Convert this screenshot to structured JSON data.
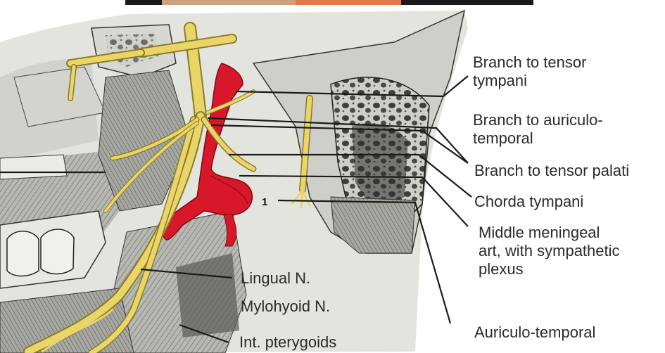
{
  "figure": {
    "labels": {
      "tensor_tympani": [
        "Branch to tensor",
        "tympani"
      ],
      "auriculo_temporal_branch": [
        "Branch to auriculo-",
        "temporal"
      ],
      "tensor_palati": "Branch to tensor palati",
      "chorda_tympani": "Chorda tympani",
      "middle_meningeal": [
        "Middle meningeal",
        "art, with sympathetic",
        "plexus"
      ],
      "lingual": "Lingual N.",
      "mylohyoid": "Mylohyoid N.",
      "int_pterygoids": "Int. pterygoids",
      "auriculo_temporal": "Auriculo-temporal"
    },
    "marker_number": "1",
    "colors": {
      "nerve": "#ead568",
      "nerve_outline": "#8a7a28",
      "artery": "#d8182a",
      "bone": "#d9d9d4",
      "bone_dark": "#3a3a3a",
      "muscle": "#9a9a96",
      "leader": "#1a1a1a"
    }
  }
}
